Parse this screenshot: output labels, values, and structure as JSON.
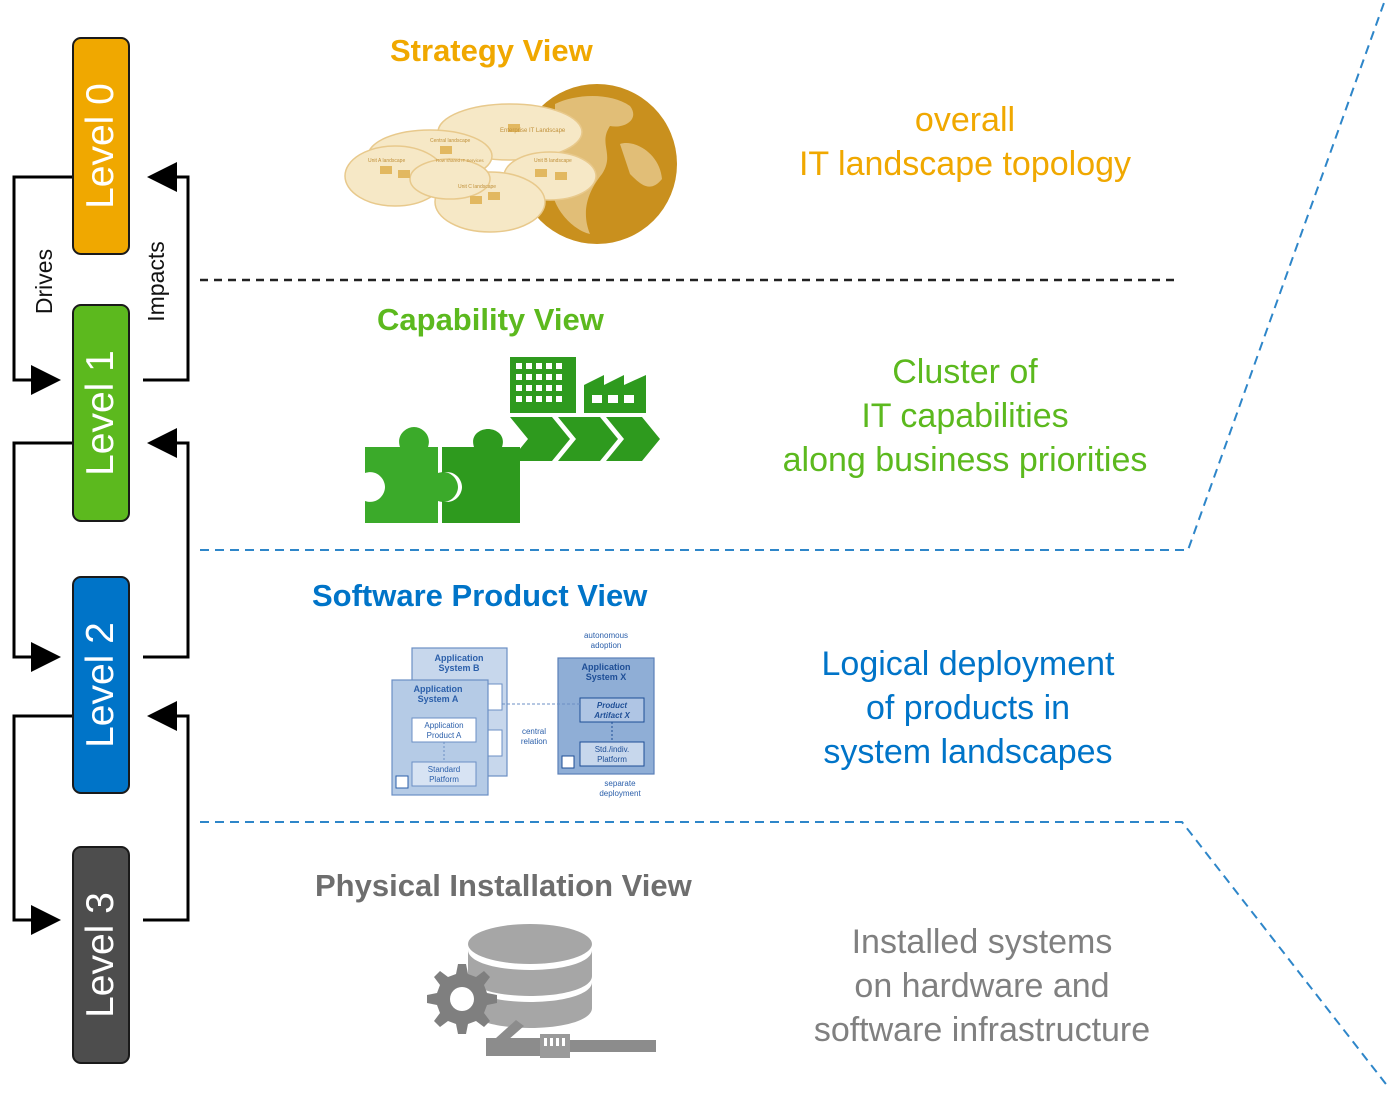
{
  "levels": [
    {
      "label": "Level 0",
      "color": "#F0A800"
    },
    {
      "label": "Level 1",
      "color": "#5CB91E"
    },
    {
      "label": "Level 2",
      "color": "#0074C8"
    },
    {
      "label": "Level 3",
      "color": "#4D4D4D"
    }
  ],
  "flow": {
    "drives": "Drives",
    "impacts": "Impacts"
  },
  "views": [
    {
      "title": "Strategy View",
      "color": "#F0A800",
      "lines": [
        "overall",
        "IT landscape topology"
      ],
      "icon": "globe-cloud-landscape-icon"
    },
    {
      "title": "Capability View",
      "color": "#5CB91E",
      "lines": [
        "Cluster of",
        "IT capabilities",
        "along business priorities"
      ],
      "icon": "puzzle-factory-chevron-icon"
    },
    {
      "title": "Software Product View",
      "color": "#0074C8",
      "lines": [
        "Logical deployment",
        "of products in",
        "system landscapes"
      ],
      "icon": "application-system-diagram"
    },
    {
      "title": "Physical Installation View",
      "color": "#6E6E6E",
      "lines": [
        "Installed systems",
        "on hardware and",
        "software infrastructure"
      ],
      "icon": "database-gear-cable-icon"
    }
  ],
  "strategy_illustration": {
    "enterprise": "Enterprise IT Landscape",
    "central": "Central landscape",
    "shared": "Row shared IT Services",
    "unit_a": "Unit A landscape",
    "unit_b": "Unit B landscape",
    "unit_c": "Unit C landscape"
  },
  "software_illustration": {
    "sys_b": [
      "Application",
      "System B"
    ],
    "sys_a": [
      "Application",
      "System A"
    ],
    "prod_a": [
      "Application",
      "Product A"
    ],
    "std_platform": [
      "Standard",
      "Platform"
    ],
    "sys_x": [
      "Application",
      "System X"
    ],
    "artifact": [
      "Product",
      "Artifact X"
    ],
    "std_indiv": [
      "Std./indiv.",
      "Platform"
    ],
    "autonomous": [
      "autonomous",
      "adoption"
    ],
    "central_rel": [
      "central",
      "relation"
    ],
    "separate": [
      "separate",
      "deployment"
    ]
  },
  "colors": {
    "divider_black": "#222222",
    "divider_blue": "#2E86C9"
  }
}
